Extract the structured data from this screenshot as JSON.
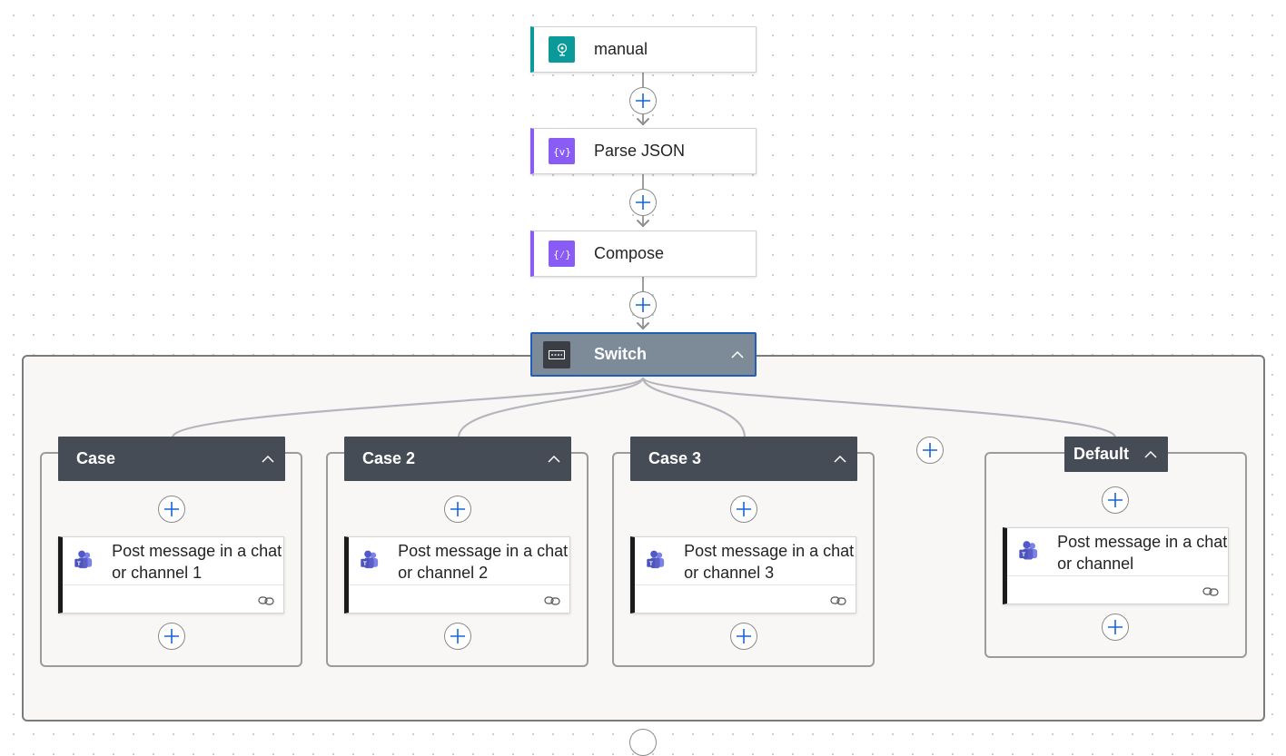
{
  "flow": {
    "trigger": {
      "title": "manual",
      "icon": "touch-trigger-icon",
      "accent": "#0b9a9a"
    },
    "parse": {
      "title": "Parse JSON",
      "icon": "json-braces-icon",
      "accent": "#8a5cf6"
    },
    "compose": {
      "title": "Compose",
      "icon": "compose-braces-icon",
      "accent": "#8a5cf6"
    },
    "switch": {
      "title": "Switch",
      "icon": "switch-icon",
      "bg": "#7d8a98"
    }
  },
  "cases": [
    {
      "label": "Case",
      "action_title": "Post message in a chat or channel 1",
      "action_icon": "teams-icon"
    },
    {
      "label": "Case 2",
      "action_title": "Post message in a chat or channel 2",
      "action_icon": "teams-icon"
    },
    {
      "label": "Case 3",
      "action_title": "Post message in a chat or channel 3",
      "action_icon": "teams-icon"
    }
  ],
  "default_case": {
    "label": "Default",
    "action_title": "Post message in a chat or channel",
    "action_icon": "teams-icon"
  },
  "colors": {
    "add_button_plus": "#1565d8",
    "case_header": "#464c55",
    "connector": "#b0b0b8"
  }
}
